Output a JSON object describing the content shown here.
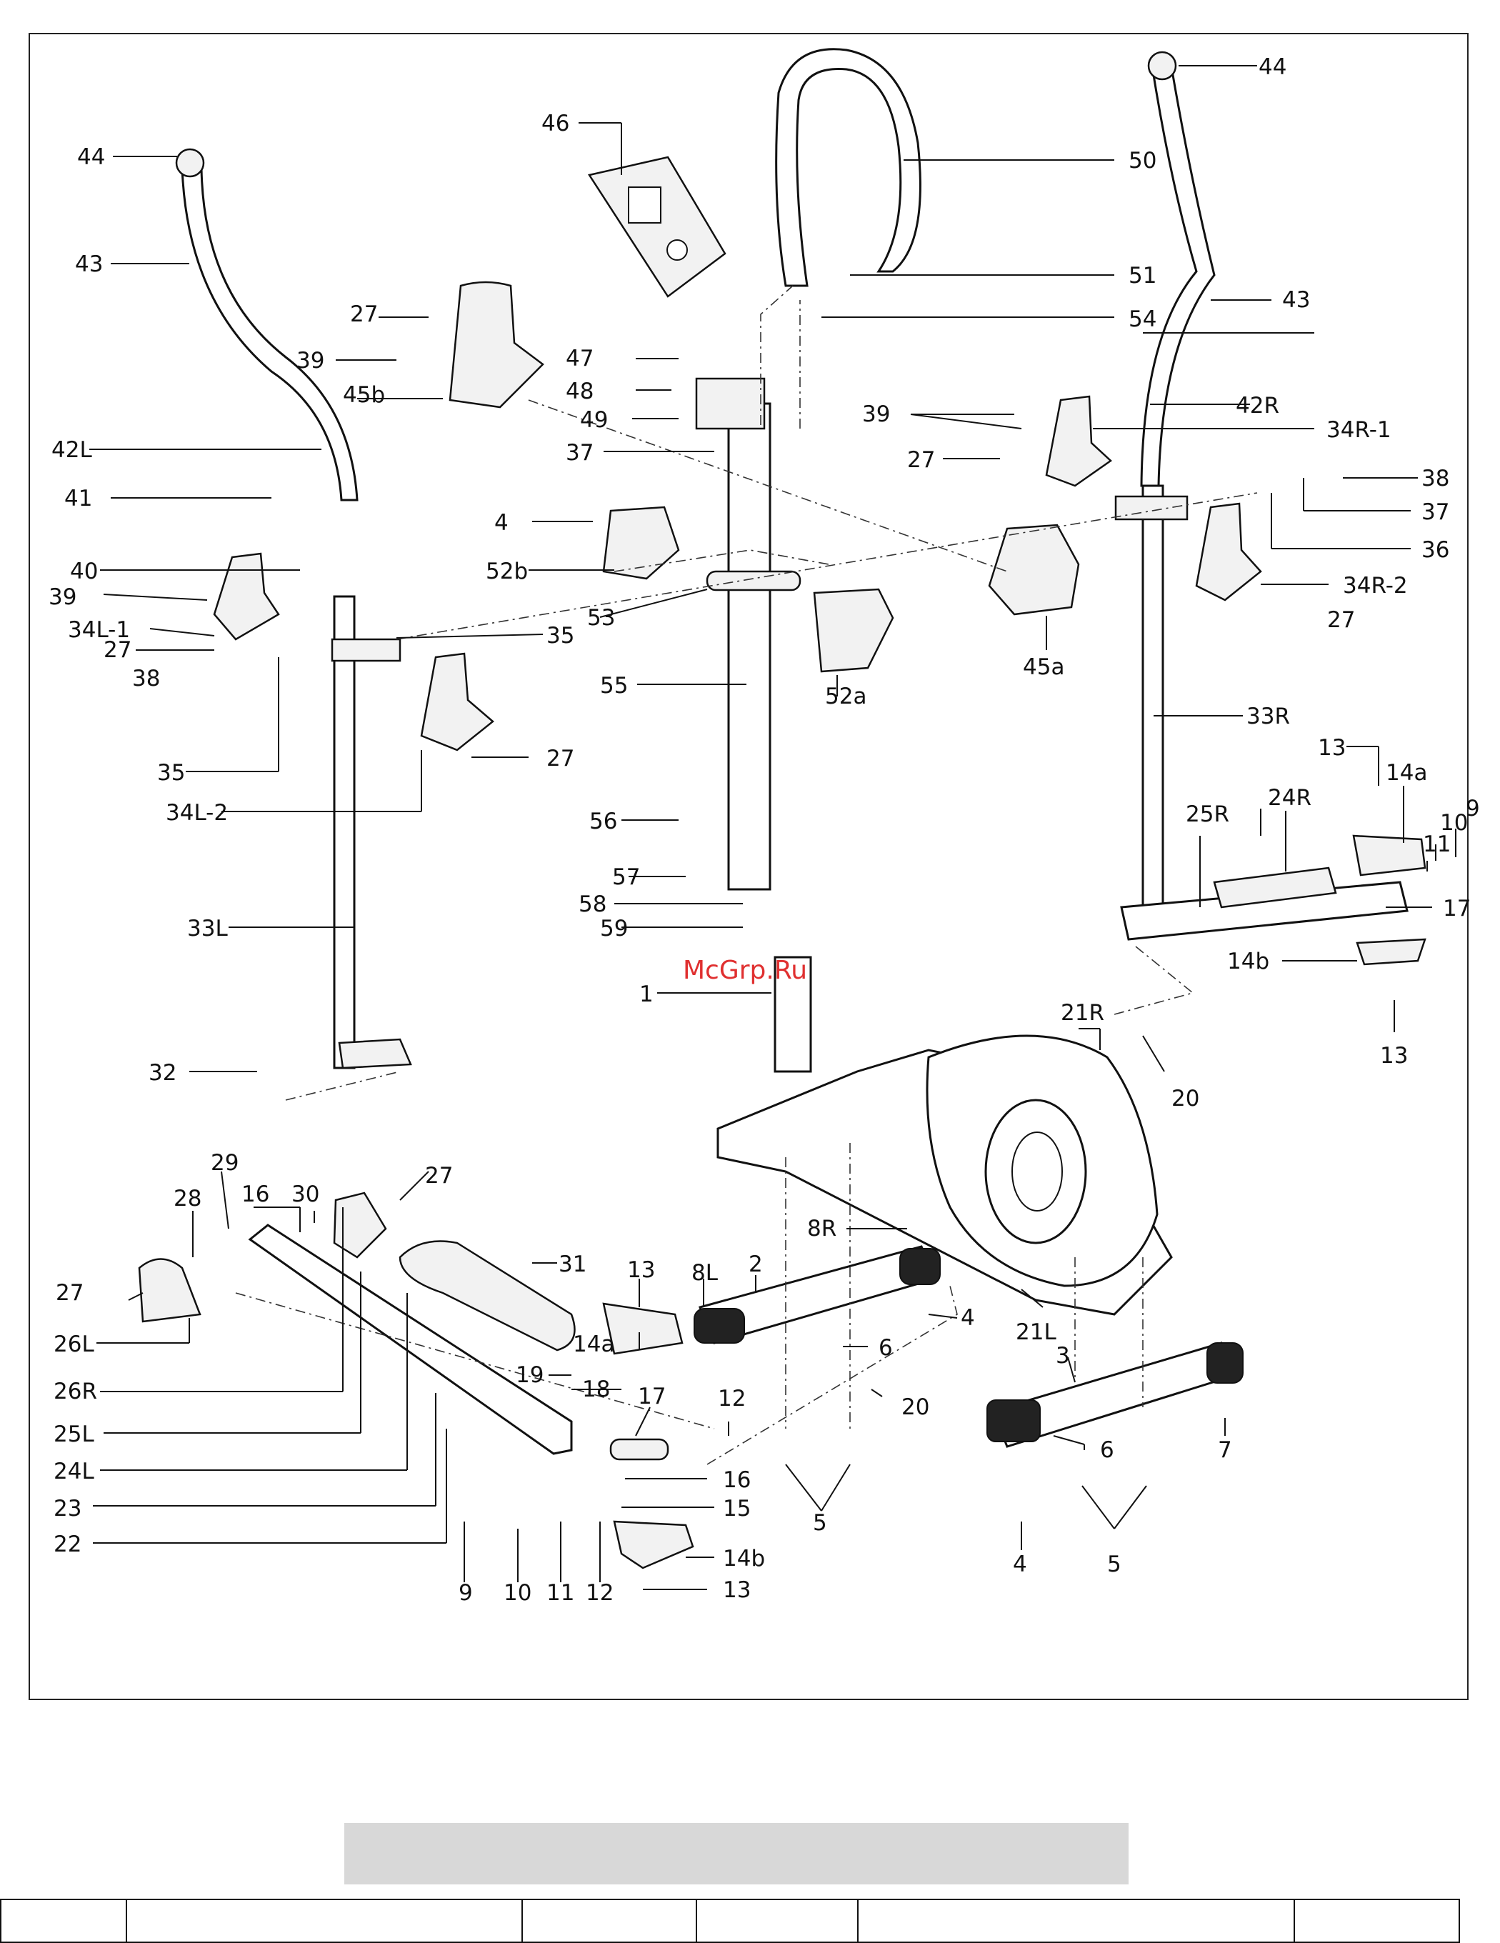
{
  "watermark": "McGrp.Ru",
  "callouts": [
    {
      "id": "c01",
      "text": "44"
    },
    {
      "id": "c02",
      "text": "44"
    },
    {
      "id": "c03",
      "text": "46"
    },
    {
      "id": "c04",
      "text": "50"
    },
    {
      "id": "c05",
      "text": "43"
    },
    {
      "id": "c06",
      "text": "51"
    },
    {
      "id": "c07",
      "text": "43"
    },
    {
      "id": "c08",
      "text": "27"
    },
    {
      "id": "c09",
      "text": "54"
    },
    {
      "id": "c10",
      "text": "39"
    },
    {
      "id": "c11",
      "text": "47"
    },
    {
      "id": "c12",
      "text": "45b"
    },
    {
      "id": "c13",
      "text": "48"
    },
    {
      "id": "c14",
      "text": "42R"
    },
    {
      "id": "c15",
      "text": "39"
    },
    {
      "id": "c16",
      "text": "49"
    },
    {
      "id": "c17",
      "text": "34R-1"
    },
    {
      "id": "c18",
      "text": "42L"
    },
    {
      "id": "c19",
      "text": "37"
    },
    {
      "id": "c20",
      "text": "27"
    },
    {
      "id": "c21",
      "text": "38"
    },
    {
      "id": "c22",
      "text": "41"
    },
    {
      "id": "c23",
      "text": "37"
    },
    {
      "id": "c24",
      "text": "4"
    },
    {
      "id": "c25",
      "text": "36"
    },
    {
      "id": "c26",
      "text": "40"
    },
    {
      "id": "c27",
      "text": "52b"
    },
    {
      "id": "c28",
      "text": "34R-2"
    },
    {
      "id": "c29",
      "text": "39"
    },
    {
      "id": "c30",
      "text": "53"
    },
    {
      "id": "c31",
      "text": "27"
    },
    {
      "id": "c32",
      "text": "34L-1"
    },
    {
      "id": "c33",
      "text": "35"
    },
    {
      "id": "c34",
      "text": "27"
    },
    {
      "id": "c35",
      "text": "45a"
    },
    {
      "id": "c36",
      "text": "38"
    },
    {
      "id": "c37",
      "text": "55"
    },
    {
      "id": "c38",
      "text": "52a"
    },
    {
      "id": "c39",
      "text": "33R"
    },
    {
      "id": "c40",
      "text": "27"
    },
    {
      "id": "c41",
      "text": "35"
    },
    {
      "id": "c42",
      "text": "13"
    },
    {
      "id": "c43",
      "text": "14a"
    },
    {
      "id": "c44",
      "text": "34L-2"
    },
    {
      "id": "c45",
      "text": "24R"
    },
    {
      "id": "c46",
      "text": "9"
    },
    {
      "id": "c47",
      "text": "56"
    },
    {
      "id": "c48",
      "text": "25R"
    },
    {
      "id": "c49",
      "text": "10"
    },
    {
      "id": "c50",
      "text": "11"
    },
    {
      "id": "c51",
      "text": "57"
    },
    {
      "id": "c52",
      "text": "58"
    },
    {
      "id": "c53",
      "text": "17"
    },
    {
      "id": "c54",
      "text": "33L"
    },
    {
      "id": "c55",
      "text": "59"
    },
    {
      "id": "c56",
      "text": "14b"
    },
    {
      "id": "c57",
      "text": "1"
    },
    {
      "id": "c58",
      "text": "21R"
    },
    {
      "id": "c59",
      "text": "13"
    },
    {
      "id": "c60",
      "text": "32"
    },
    {
      "id": "c61",
      "text": "20"
    },
    {
      "id": "c62",
      "text": "29"
    },
    {
      "id": "c63",
      "text": "27"
    },
    {
      "id": "c64",
      "text": "16"
    },
    {
      "id": "c65",
      "text": "30"
    },
    {
      "id": "c66",
      "text": "28"
    },
    {
      "id": "c67",
      "text": "8R"
    },
    {
      "id": "c68",
      "text": "31"
    },
    {
      "id": "c69",
      "text": "13"
    },
    {
      "id": "c70",
      "text": "8L"
    },
    {
      "id": "c71",
      "text": "2"
    },
    {
      "id": "c72",
      "text": "27"
    },
    {
      "id": "c73",
      "text": "4"
    },
    {
      "id": "c74",
      "text": "21L"
    },
    {
      "id": "c75",
      "text": "26L"
    },
    {
      "id": "c76",
      "text": "14a"
    },
    {
      "id": "c77",
      "text": "6"
    },
    {
      "id": "c78",
      "text": "3"
    },
    {
      "id": "c79",
      "text": "26R"
    },
    {
      "id": "c80",
      "text": "19"
    },
    {
      "id": "c81",
      "text": "18"
    },
    {
      "id": "c82",
      "text": "20"
    },
    {
      "id": "c83",
      "text": "17"
    },
    {
      "id": "c84",
      "text": "12"
    },
    {
      "id": "c85",
      "text": "25L"
    },
    {
      "id": "c86",
      "text": "6"
    },
    {
      "id": "c87",
      "text": "7"
    },
    {
      "id": "c88",
      "text": "24L"
    },
    {
      "id": "c89",
      "text": "16"
    },
    {
      "id": "c90",
      "text": "23"
    },
    {
      "id": "c91",
      "text": "15"
    },
    {
      "id": "c92",
      "text": "5"
    },
    {
      "id": "c93",
      "text": "22"
    },
    {
      "id": "c94",
      "text": "14b"
    },
    {
      "id": "c95",
      "text": "5"
    },
    {
      "id": "c96",
      "text": "4"
    },
    {
      "id": "c97",
      "text": "9"
    },
    {
      "id": "c98",
      "text": "10"
    },
    {
      "id": "c99",
      "text": "11"
    },
    {
      "id": "c100",
      "text": "12"
    },
    {
      "id": "c101",
      "text": "13"
    }
  ]
}
